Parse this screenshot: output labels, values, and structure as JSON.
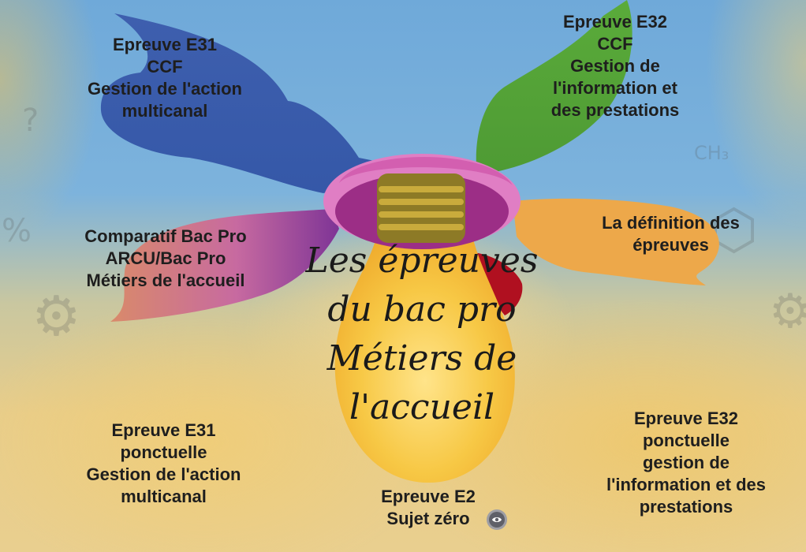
{
  "presentation": {
    "title_lines": [
      "Les épreuves",
      "du bac pro",
      "Métiers de",
      "l'accueil"
    ],
    "colors": {
      "blue_petal": "#3a64b0",
      "green_petal": "#5aaa3a",
      "orange_petal": "#eda84a",
      "purple_petal": "#8a3a9c",
      "pink_socket": "#d35fb0",
      "red_accent": "#b01020",
      "bulb_yellow": "#f6c44a",
      "text": "#1e1e1e"
    }
  },
  "topics": [
    {
      "id": "e31-ccf",
      "lines": [
        "Epreuve E31",
        "CCF",
        "Gestion de l'action",
        "multicanal"
      ]
    },
    {
      "id": "e32-ccf",
      "lines": [
        "Epreuve E32",
        "CCF",
        "Gestion de",
        "l'information et",
        "des prestations"
      ]
    },
    {
      "id": "comparatif",
      "lines": [
        "Comparatif Bac Pro",
        "ARCU/Bac Pro",
        "Métiers de l'accueil"
      ]
    },
    {
      "id": "definition",
      "lines": [
        "La définition des",
        "épreuves"
      ]
    },
    {
      "id": "e31-ponctuelle",
      "lines": [
        "Epreuve E31",
        "ponctuelle",
        "Gestion de l'action",
        "multicanal"
      ]
    },
    {
      "id": "e32-ponctuelle",
      "lines": [
        "Epreuve E32",
        "ponctuelle",
        "gestion de",
        "l'information et des",
        "prestations"
      ]
    },
    {
      "id": "e2",
      "lines": [
        "Epreuve E2",
        "Sujet zéro"
      ]
    }
  ],
  "icons": {
    "preview": "eye-icon"
  }
}
